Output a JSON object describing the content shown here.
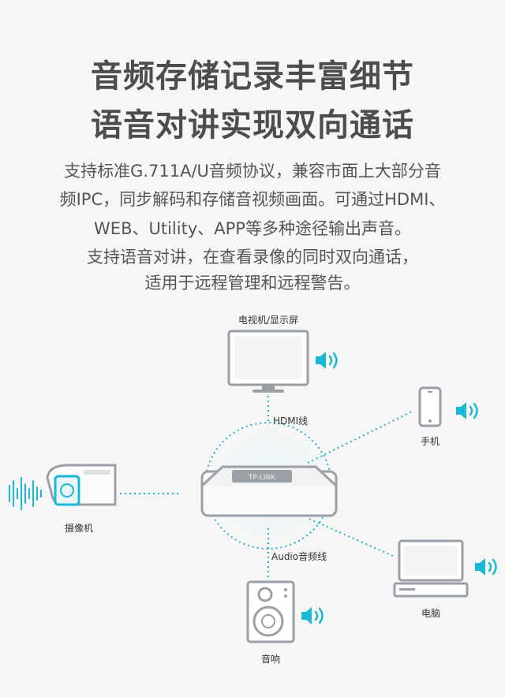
{
  "heading": {
    "line1": "音频存储记录丰富细节",
    "line2": "语音对讲实现双向通话"
  },
  "description": {
    "lines": [
      "支持标准G.711A/U音频协议，兼容市面上大部分音",
      "频IPC，同步解码和存储音视频画面。可通过HDMI、",
      "WEB、Utility、APP等多种途径输出声音。",
      "支持语音对讲，在查看录像的同时双向通话，",
      "适用于远程管理和远程警告。"
    ]
  },
  "diagram": {
    "nvr_badge": "TP-LINK",
    "devices": {
      "tv": "电视机/显示屏",
      "phone": "手机",
      "camera": "摄像机",
      "pc": "电脑",
      "speaker": "音响"
    },
    "links": {
      "hdmi": "HDMI线",
      "audio": "Audio音频线"
    },
    "colors": {
      "accent": "#18b8d6",
      "line": "#22b0cc",
      "device": "#9aa0a6"
    }
  }
}
